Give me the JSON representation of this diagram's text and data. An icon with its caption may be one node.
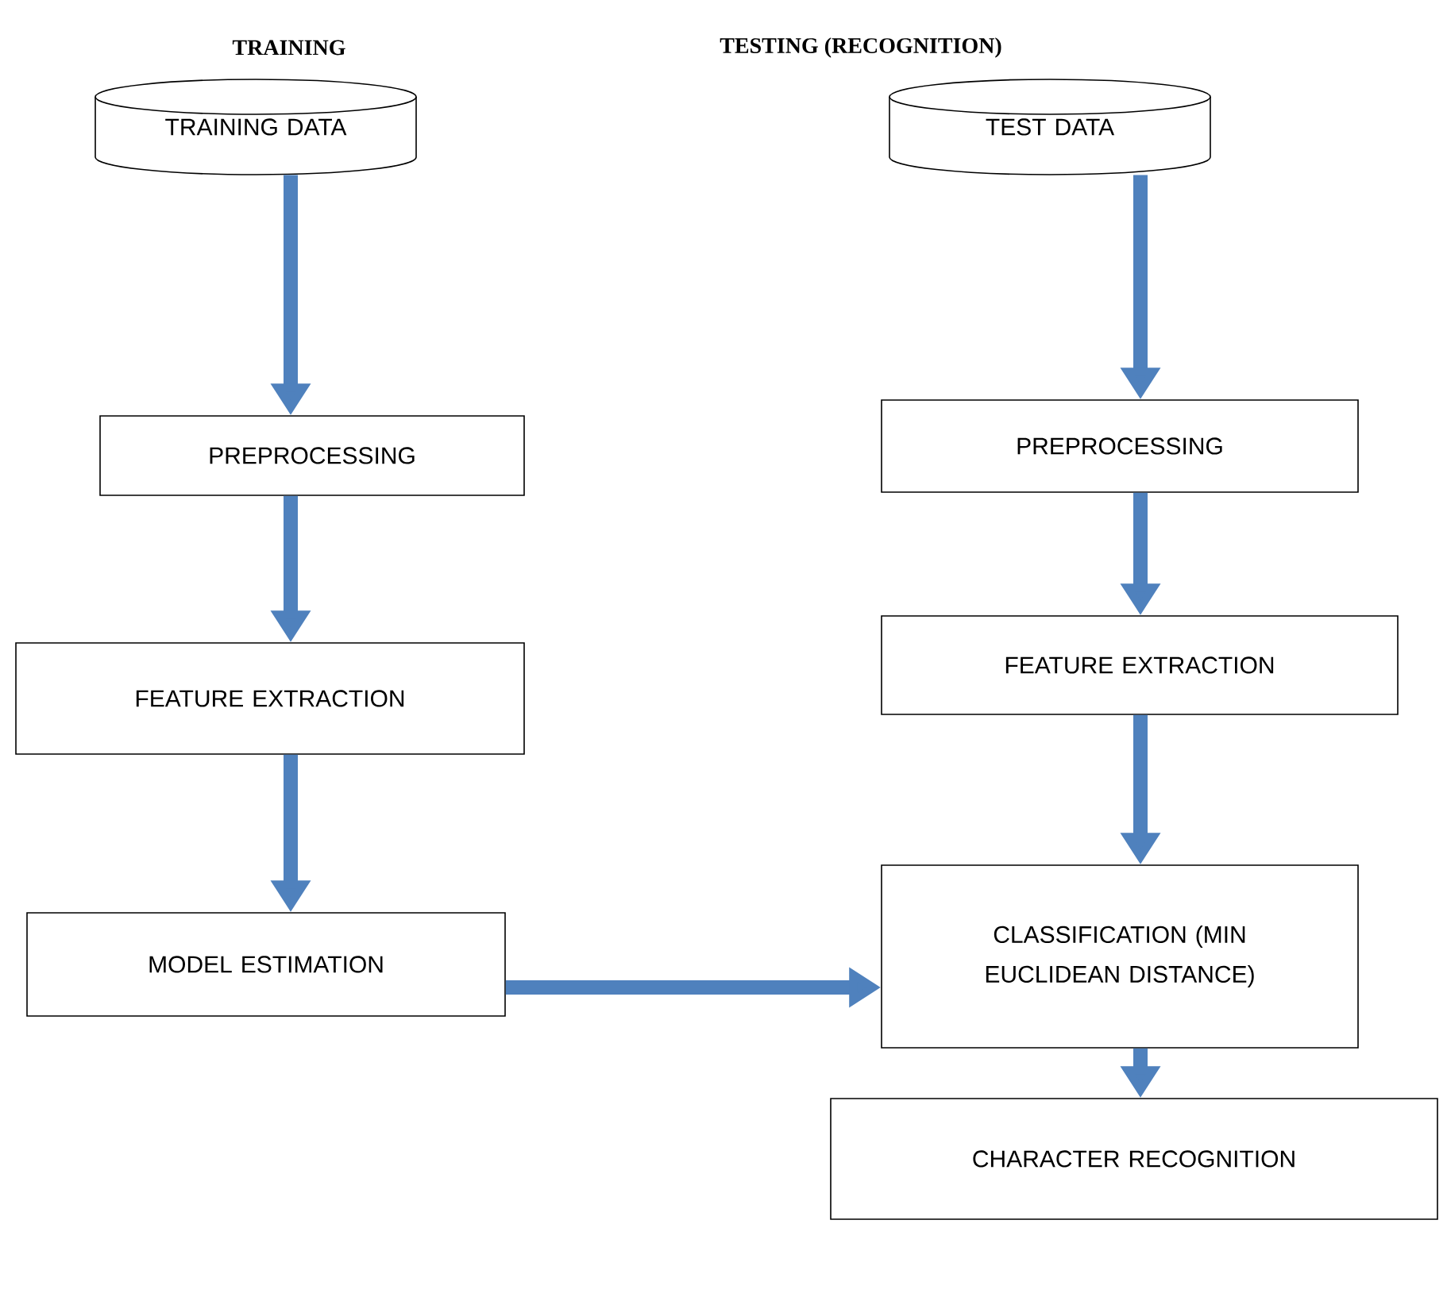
{
  "diagram": {
    "nodes": [
      {
        "text": [
          "TRAINING DATA"
        ]
      },
      {
        "text": [
          "PREPROCESSING"
        ]
      },
      {
        "text": [
          "FEATURE EXTRACTION"
        ]
      },
      {
        "text": [
          "MODEL ESTIMATION"
        ]
      },
      {
        "text": [
          "TEST DATA"
        ]
      },
      {
        "text": [
          "PREPROCESSING"
        ]
      },
      {
        "text": [
          "FEATURE EXTRACTION"
        ]
      },
      {
        "text": [
          "CLASSIFICATION (MIN EUCLIDEAN DISTANCE)"
        ]
      },
      {
        "text": [
          "CHARACTER RECOGNITION"
        ]
      }
    ],
    "edges": [
      {
        "from": 0,
        "to": 1,
        "arrow": "to"
      },
      {
        "from": 1,
        "to": 2,
        "arrow": "to"
      },
      {
        "from": 2,
        "to": 3,
        "arrow": "to"
      },
      {
        "from": 4,
        "to": 5,
        "arrow": "to"
      },
      {
        "from": 5,
        "to": 6,
        "arrow": "to"
      },
      {
        "from": 6,
        "to": 7,
        "arrow": "to"
      },
      {
        "from": 3,
        "to": 7,
        "arrow": "to"
      },
      {
        "from": 7,
        "to": 8,
        "arrow": "to"
      }
    ],
    "labels": [
      "TRAINING",
      "TESTING (RECOGNITION)"
    ]
  }
}
